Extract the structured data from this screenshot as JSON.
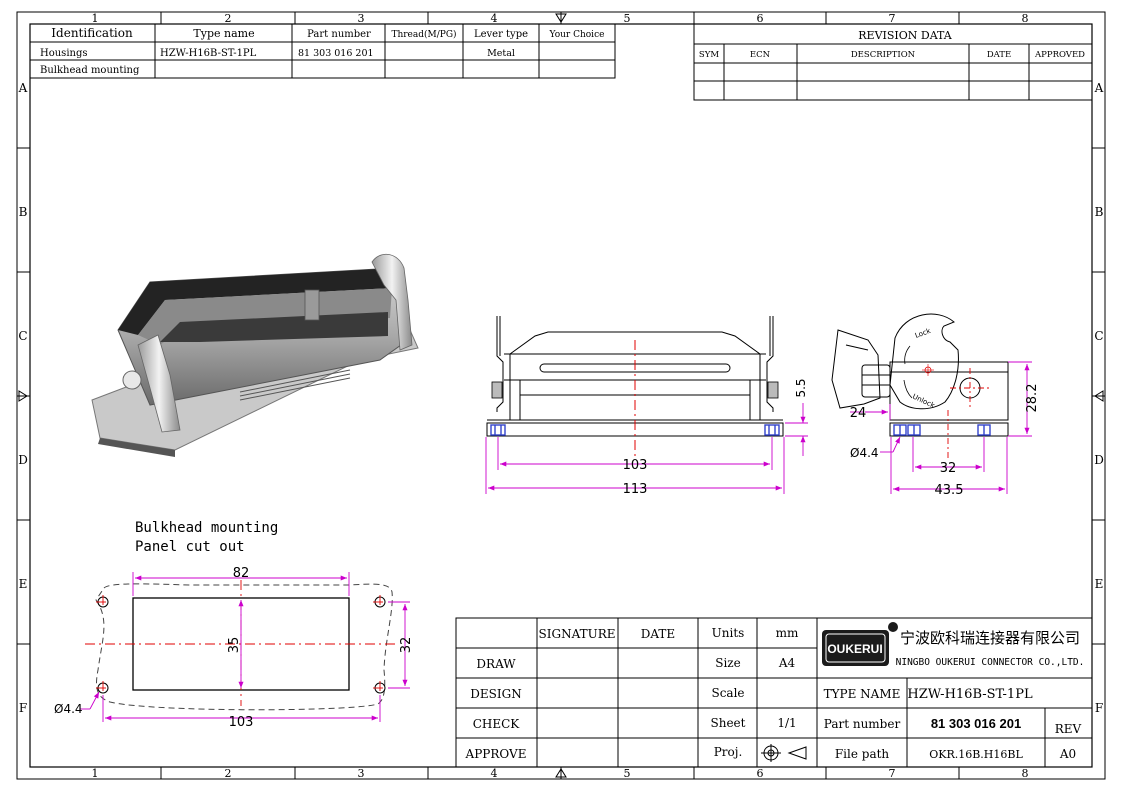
{
  "frame": {
    "columns": [
      "1",
      "2",
      "3",
      "4",
      "5",
      "6",
      "7",
      "8"
    ],
    "rows": [
      "A",
      "B",
      "C",
      "D",
      "E",
      "F"
    ]
  },
  "id_table": {
    "headers": [
      "Identification",
      "Type name",
      "Part number",
      "Thread(M/PG)",
      "Lever type",
      "Your Choice"
    ],
    "row1": [
      "Housings",
      "HZW-H16B-ST-1PL",
      "81 303 016 201",
      "",
      "Metal",
      ""
    ],
    "row2": [
      "Bulkhead mounting",
      "",
      "",
      "",
      "",
      ""
    ]
  },
  "revision": {
    "title": "REVISION   DATA",
    "headers": [
      "SYM",
      "ECN",
      "DESCRIPTION",
      "DATE",
      "APPROVED"
    ]
  },
  "cutout": {
    "title_line1": "Bulkhead mounting",
    "title_line2": "Panel cut out",
    "dim_width": "82",
    "dim_height": "35",
    "dim_hole_spacing_v": "32",
    "dim_hole_spacing_h": "103",
    "dim_hole_dia": "Ø4.4"
  },
  "front_view": {
    "dim_5_5": "5.5",
    "dim_103": "103",
    "dim_113": "113"
  },
  "side_view": {
    "dim_24": "24",
    "dim_28_2": "28.2",
    "dim_4_4": "Ø4.4",
    "dim_32": "32",
    "dim_43_5": "43.5",
    "lock_label": "Lock",
    "unlock_label": "Unlock"
  },
  "title_block": {
    "signature": "SIGNATURE",
    "date": "DATE",
    "draw": "DRAW",
    "design": "DESIGN",
    "check": "CHECK",
    "approve": "APPROVE",
    "units_label": "Units",
    "units_value": "mm",
    "size_label": "Size",
    "size_value": "A4",
    "scale_label": "Scale",
    "scale_value": "",
    "sheet_label": "Sheet",
    "sheet_value": "1/1",
    "proj_label": "Proj.",
    "logo_text": "OUKERUI",
    "company_cn": "宁波欧科瑞连接器有限公司",
    "company_en": "NINGBO OUKERUI CONNECTOR CO.,LTD.",
    "type_name_label": "TYPE NAME",
    "type_name_value": "HZW-H16B-ST-1PL",
    "part_number_label": "Part number",
    "part_number_value": "81 303 016 201",
    "rev_label": "REV",
    "file_path_label": "File path",
    "file_path_value": "OKR.16B.H16BL",
    "rev_value": "A0"
  },
  "colors": {
    "dimension": "#cc00cc",
    "centerline": "#e00000",
    "hole_blue": "#3344cc"
  }
}
